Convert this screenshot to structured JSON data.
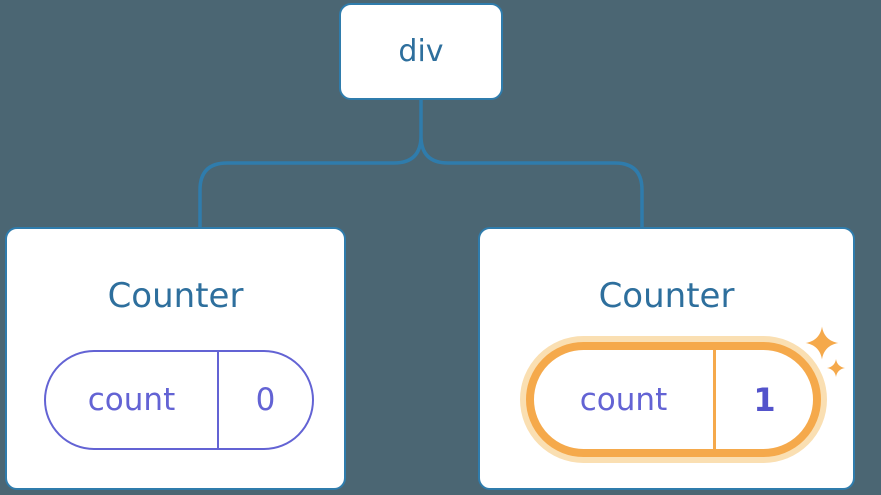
{
  "colors": {
    "background": "#4B6673",
    "blue": "#2F7CAC",
    "blue_text": "#2E6F9D",
    "purple": "#6363D4",
    "purple_bold": "#5353CB",
    "orange": "#F5A94B",
    "orange_glow": "#FADFB2",
    "card_bg": "#FFFFFF"
  },
  "tree": {
    "root": {
      "label": "div"
    },
    "children": [
      {
        "title": "Counter",
        "state": {
          "name": "count",
          "value": "0"
        },
        "highlighted": false
      },
      {
        "title": "Counter",
        "state": {
          "name": "count",
          "value": "1"
        },
        "highlighted": true
      }
    ]
  },
  "icons": {
    "sparkle_large": "four-pointed-star",
    "sparkle_small": "four-pointed-star"
  }
}
